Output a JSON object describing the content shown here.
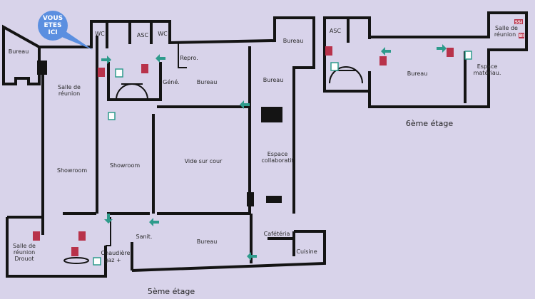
{
  "you_are_here": {
    "line1": "VOUS",
    "line2": "ETES",
    "line3": "ICI",
    "color": "#5b8fe0"
  },
  "floor5": {
    "caption": "5ème étage",
    "rooms": {
      "bureau_left": "Bureau",
      "wc_left": "WC",
      "asc": "ASC",
      "wc_right": "WC",
      "repro": "Repro.",
      "bureau_top_right": "Bureau",
      "salle_reunion_1": "Salle de",
      "salle_reunion_2": "réunion",
      "gene": "Géné.",
      "bureau_center": "Bureau",
      "bureau_right": "Bureau",
      "showroom_1": "Showroom",
      "showroom_2": "Showroom",
      "vide_sur_cour": "Vide sur cour",
      "espace_collab_1": "Espace",
      "espace_collab_2": "collaboratif",
      "drouot_1": "Salle de",
      "drouot_2": "réunion",
      "drouot_3": "Drouot",
      "chaudiere_1": "Chaudière",
      "chaudiere_2": "gaz +",
      "sanit": "Sanit.",
      "bureau_bottom": "Bureau",
      "cafeteria": "Cafétéria",
      "cuisine": "Cuisine"
    }
  },
  "floor6": {
    "caption": "6ème étage",
    "rooms": {
      "asc": "ASC",
      "salle_reunion_1": "Salle de",
      "salle_reunion_2": "réunion",
      "bureau": "Bureau",
      "espace_1": "Espace",
      "espace_2": "matériau."
    },
    "badges": {
      "ssi": "SSI",
      "bi": "BI"
    }
  },
  "colors": {
    "background": "#d8d3ea",
    "walls": "#141414",
    "exit_arrow": "#2e9b8c",
    "extinguisher": "#b8324a"
  }
}
